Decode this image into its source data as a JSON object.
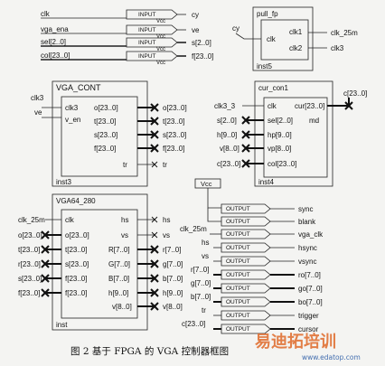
{
  "inputs": [
    {
      "name": "clk",
      "tag": "INPUT",
      "vcc": "Vcc",
      "out": "cy"
    },
    {
      "name": "vga_ena",
      "tag": "INPUT",
      "vcc": "Vcc",
      "out": "ve"
    },
    {
      "name": "sel[2..0]",
      "tag": "INPUT",
      "vcc": "Vcc",
      "out": "s[2..0]"
    },
    {
      "name": "col[23..0]",
      "tag": "INPUT",
      "vcc": "Vcc",
      "out": "f[23..0]"
    }
  ],
  "pull_fp": {
    "title": "pull_fp",
    "inst": "inst5",
    "left": "clk",
    "right1": "clk1",
    "right2": "clk2",
    "in_net": "cy",
    "out1": "clk_25m",
    "out2": "clk3"
  },
  "vga_cont": {
    "title": "VGA_CONT",
    "inst": "inst3",
    "in_nets": [
      "clk3",
      "ve"
    ],
    "left": [
      "clk3",
      "v_en"
    ],
    "right": [
      "o[23..0]",
      "t[23..0]",
      "s[23..0]",
      "f[23..0]",
      "tr"
    ],
    "right_nets": [
      "o[23..0]",
      "t[23..0]",
      "s[23..0]",
      "f[23..0]",
      "tr"
    ]
  },
  "cur_con": {
    "title": "cur_con1",
    "inst": "inst4",
    "left": [
      "clk",
      "sel[2..0]",
      "hp[9..0]",
      "vp[8..0]",
      "col[23..0]"
    ],
    "left_nets": [
      "clk3_3",
      "s[2..0]",
      "h[9..0]",
      "v[8..0]",
      "c[23..0]"
    ],
    "right": [
      "cur[23..0]",
      "md"
    ],
    "right_net": "c[23..0]"
  },
  "vga64": {
    "title": "VGA64_280",
    "inst": "inst",
    "left": [
      "clk",
      "o[23..0]",
      "t[23..0]",
      "s[23..0]",
      "f[23..0]",
      "f[23..0]"
    ],
    "left_nets": [
      "clk_25m",
      "o[23..0]",
      "t[23..0]",
      "r[23..0]",
      "s[23..0]",
      "f[23..0]"
    ],
    "right": [
      "hs",
      "vs",
      "R[7..0]",
      "G[7..0]",
      "B[7..0]",
      "h[9..0]",
      "v[8..0]"
    ],
    "right_nets": [
      "hs",
      "vs",
      "r[7..0]",
      "g[7..0]",
      "b[7..0]",
      "h[9..0]",
      "v[8..0]"
    ]
  },
  "vcc_label": "Vcc",
  "outputs": [
    {
      "net": "",
      "tag": "OUTPUT",
      "name": "sync"
    },
    {
      "net": "",
      "tag": "OUTPUT",
      "name": "blank"
    },
    {
      "net": "clk_25m",
      "tag": "OUTPUT",
      "name": "vga_clk"
    },
    {
      "net": "hs",
      "tag": "OUTPUT",
      "name": "hsync"
    },
    {
      "net": "vs",
      "tag": "OUTPUT",
      "name": "vsync"
    },
    {
      "net": "r[7..0]",
      "tag": "OUTPUT",
      "name": "ro[7..0]"
    },
    {
      "net": "g[7..0]",
      "tag": "OUTPUT",
      "name": "go[7..0]"
    },
    {
      "net": "b[7..0]",
      "tag": "OUTPUT",
      "name": "bo[7..0]"
    },
    {
      "net": "tr",
      "tag": "OUTPUT",
      "name": "trigger"
    },
    {
      "net": "c[23..0]",
      "tag": "OUTPUT",
      "name": "cursor"
    }
  ],
  "caption": "图 2  基于 FPGA 的 VGA 控制器框图",
  "watermark": "易迪拓培训",
  "watermark_url": "www.edatop.com"
}
